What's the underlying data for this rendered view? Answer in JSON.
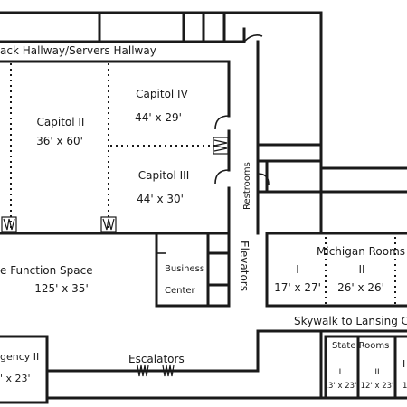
{
  "labels": {
    "back_hallway": "ack Hallway/Servers Hallway",
    "capitol_ii": "Capitol II",
    "capitol_ii_size": "36' x 60'",
    "capitol_iv": "Capitol IV",
    "capitol_iv_size": "44' x 29'",
    "capitol_iii": "Capitol III",
    "capitol_iii_size": "44' x 30'",
    "restrooms": "Restrooms",
    "elevators": "Elevators",
    "business": "Business",
    "center": "Center",
    "function_space": "e Function Space",
    "function_space_size": "125' x 35'",
    "michigan_rooms": "Michigan Rooms",
    "mi_room_i": "I",
    "mi_room_i_size": "17' x 27'",
    "mi_room_ii": "II",
    "mi_room_ii_size": "26' x 26'",
    "skywalk": "Skywalk to Lansing C",
    "state_rooms": "State Rooms",
    "state_i": "I",
    "state_i_size": "13' x 23'",
    "state_ii": "II",
    "state_ii_size": "12' x 23'",
    "state_iii_partial": "I",
    "state_iii_size_partial": "1",
    "regency_ii": "gency II",
    "regency_ii_size": "' x 23'",
    "escalators": "Escalators"
  }
}
